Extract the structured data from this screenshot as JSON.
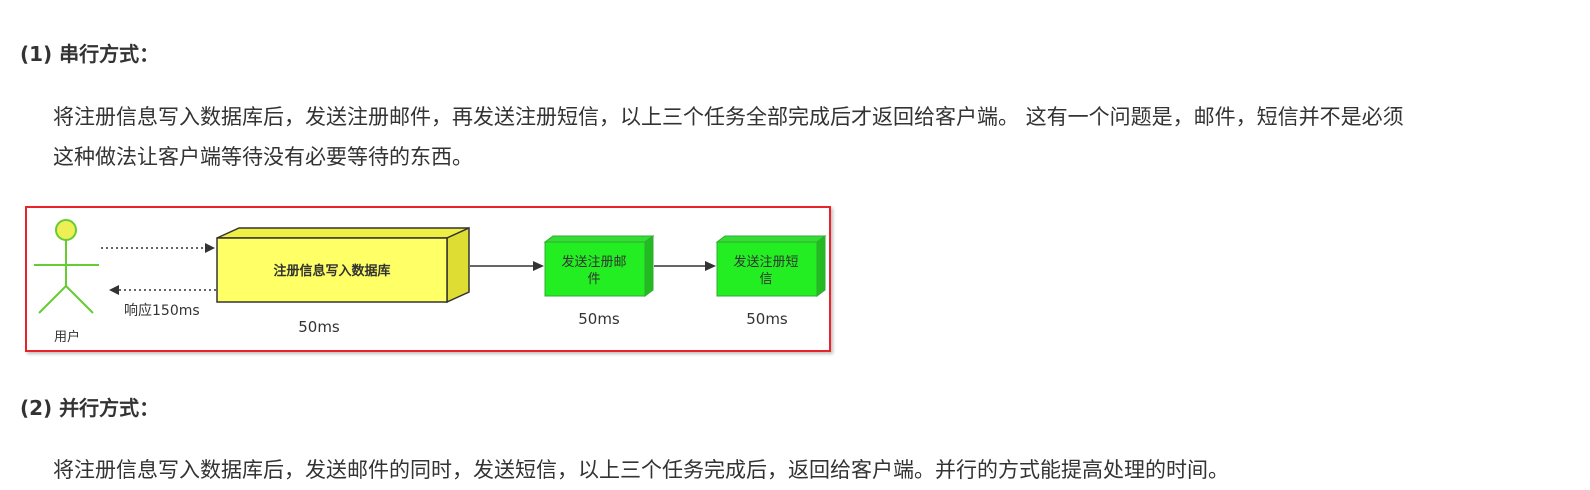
{
  "section1": {
    "heading": "(1) 串行方式：",
    "paragraph_line1": "将注册信息写入数据库后，发送注册邮件，再发送注册短信，以上三个任务全部完成后才返回给客户端。 这有一个问题是，邮件，短信并不是必须",
    "paragraph_line2": "这种做法让客户端等待没有必要等待的东西。"
  },
  "diagram": {
    "user_label": "用户",
    "response_label": "响应150ms",
    "db_box_label": "注册信息写入数据库",
    "db_time": "50ms",
    "email_box_label_line1": "发送注册邮",
    "email_box_label_line2": "件",
    "email_time": "50ms",
    "sms_box_label_line1": "发送注册短",
    "sms_box_label_line2": "信",
    "sms_time": "50ms",
    "colors": {
      "frame": "#e8242a",
      "db_box": "#ffff66",
      "task_box": "#22ee22",
      "user_figure": "#66cc33",
      "user_head": "#eeee55"
    }
  },
  "section2": {
    "heading": "(2) 并行方式：",
    "paragraph_line1": "将注册信息写入数据库后，发送邮件的同时，发送短信，以上三个任务完成后，返回给客户端。并行的方式能提高处理的时间。"
  }
}
